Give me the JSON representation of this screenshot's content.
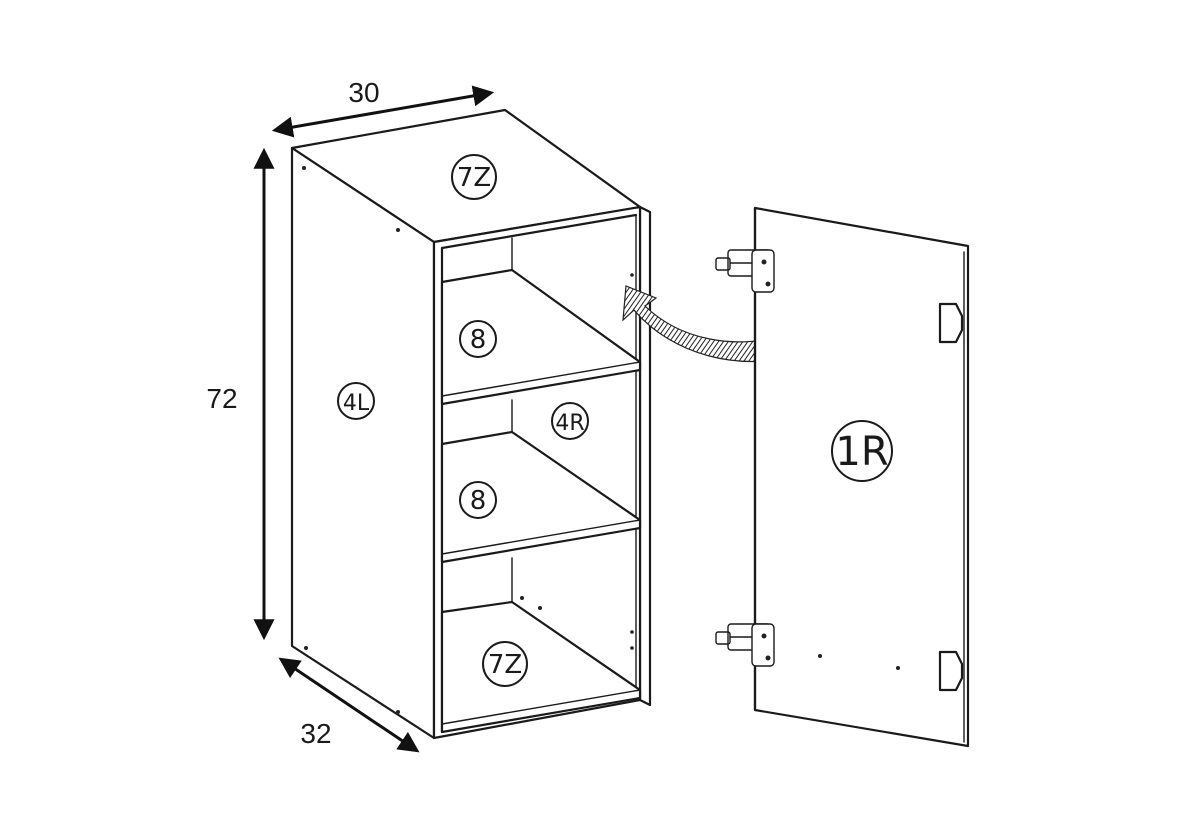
{
  "dimensions": {
    "width": "30",
    "height": "72",
    "depth": "32"
  },
  "parts": {
    "top_panel": "7Z",
    "bottom_panel": "7Z",
    "left_side": "4L",
    "right_side": "4R",
    "shelf_upper": "8",
    "shelf_lower": "8",
    "door": "1R"
  }
}
